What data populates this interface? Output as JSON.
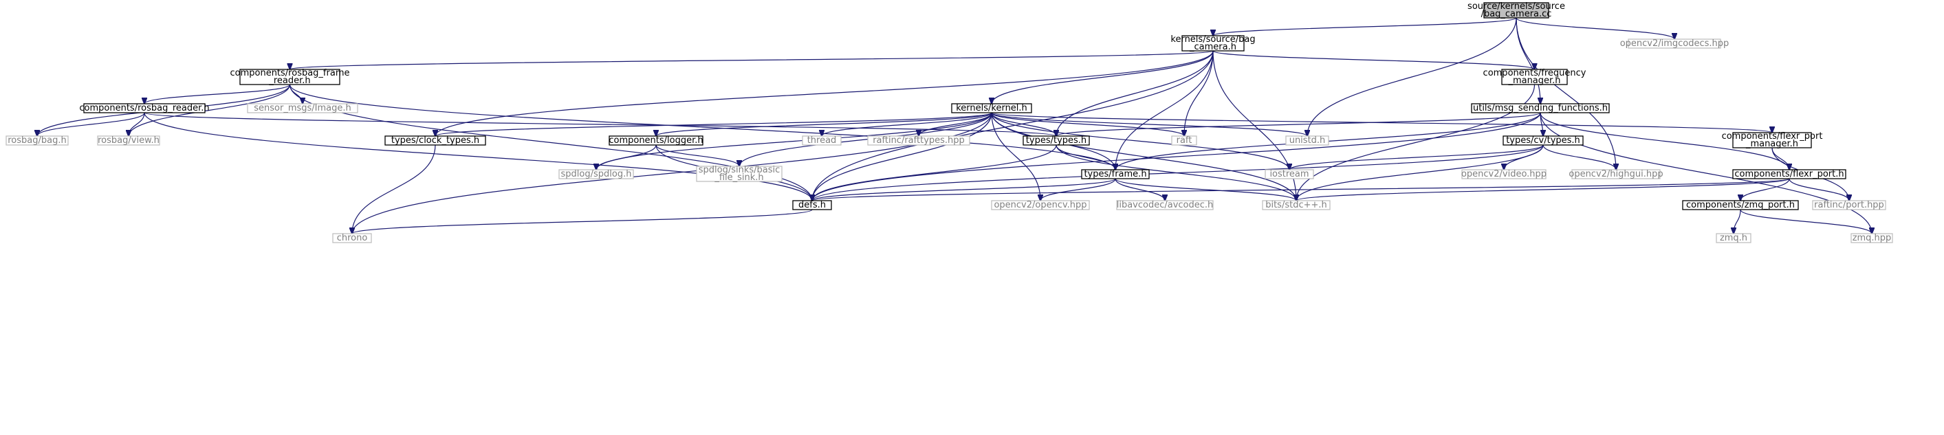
{
  "colors": {
    "edge": "#191970",
    "root_fill": "#bfbfbf",
    "project_border": "#000000",
    "system_border": "#bfbfbf",
    "system_text": "#808080",
    "text": "#000000"
  },
  "nodes": {
    "root": {
      "lines": [
        "source/kernels/source",
        "/bag_camera.cc"
      ],
      "kind": "root"
    },
    "bag_camera_h": {
      "lines": [
        "kernels/source/bag",
        "_camera.h"
      ],
      "kind": "project"
    },
    "imgcodecs": {
      "lines": [
        "opencv2/imgcodecs.hpp"
      ],
      "kind": "system"
    },
    "rosbag_frame_reader": {
      "lines": [
        "components/rosbag_frame",
        "_reader.h"
      ],
      "kind": "project"
    },
    "frequency_manager": {
      "lines": [
        "components/frequency",
        "_manager.h"
      ],
      "kind": "project"
    },
    "sensor_msgs": {
      "lines": [
        "sensor_msgs/Image.h"
      ],
      "kind": "system"
    },
    "kernel_h": {
      "lines": [
        "kernels/kernel.h"
      ],
      "kind": "project"
    },
    "msg_sending": {
      "lines": [
        "utils/msg_sending_functions.h"
      ],
      "kind": "project"
    },
    "rosbag_reader": {
      "lines": [
        "components/rosbag_reader.h"
      ],
      "kind": "project"
    },
    "rosbag_bag": {
      "lines": [
        "rosbag/bag.h"
      ],
      "kind": "system"
    },
    "rosbag_view": {
      "lines": [
        "rosbag/view.h"
      ],
      "kind": "system"
    },
    "clock_types": {
      "lines": [
        "types/clock_types.h"
      ],
      "kind": "project"
    },
    "logger": {
      "lines": [
        "components/logger.h"
      ],
      "kind": "project"
    },
    "thread": {
      "lines": [
        "thread"
      ],
      "kind": "system"
    },
    "rafttypes": {
      "lines": [
        "raftinc/rafttypes.hpp"
      ],
      "kind": "system"
    },
    "types_h": {
      "lines": [
        "types/types.h"
      ],
      "kind": "project"
    },
    "raft": {
      "lines": [
        "raft"
      ],
      "kind": "system"
    },
    "unistd": {
      "lines": [
        "unistd.h"
      ],
      "kind": "system"
    },
    "cv_types": {
      "lines": [
        "types/cv/types.h"
      ],
      "kind": "project"
    },
    "flexr_port_manager": {
      "lines": [
        "components/flexr_port",
        "_manager.h"
      ],
      "kind": "project"
    },
    "spdlog": {
      "lines": [
        "spdlog/spdlog.h"
      ],
      "kind": "system"
    },
    "basic_file_sink": {
      "lines": [
        "spdlog/sinks/basic",
        "_file_sink.h"
      ],
      "kind": "system"
    },
    "frame_h": {
      "lines": [
        "types/frame.h"
      ],
      "kind": "project"
    },
    "iostream": {
      "lines": [
        "iostream"
      ],
      "kind": "system"
    },
    "video_hpp": {
      "lines": [
        "opencv2/video.hpp"
      ],
      "kind": "system"
    },
    "highgui": {
      "lines": [
        "opencv2/highgui.hpp"
      ],
      "kind": "system"
    },
    "flexr_port": {
      "lines": [
        "components/flexr_port.h"
      ],
      "kind": "project"
    },
    "defs_h": {
      "lines": [
        "defs.h"
      ],
      "kind": "project"
    },
    "opencv_hpp": {
      "lines": [
        "opencv2/opencv.hpp"
      ],
      "kind": "system"
    },
    "avcodec": {
      "lines": [
        "libavcodec/avcodec.h"
      ],
      "kind": "system"
    },
    "stdcpp": {
      "lines": [
        "bits/stdc++.h"
      ],
      "kind": "system"
    },
    "zmq_port": {
      "lines": [
        "components/zmq_port.h"
      ],
      "kind": "project"
    },
    "raftinc_port": {
      "lines": [
        "raftinc/port.hpp"
      ],
      "kind": "system"
    },
    "chrono": {
      "lines": [
        "chrono"
      ],
      "kind": "system"
    },
    "zmq_h": {
      "lines": [
        "zmq.h"
      ],
      "kind": "system"
    },
    "zmq_hpp": {
      "lines": [
        "zmq.hpp"
      ],
      "kind": "system"
    }
  },
  "edges": [
    [
      "root",
      "bag_camera_h"
    ],
    [
      "root",
      "imgcodecs"
    ],
    [
      "root",
      "msg_sending"
    ],
    [
      "root",
      "unistd"
    ],
    [
      "root",
      "highgui"
    ],
    [
      "bag_camera_h",
      "rosbag_frame_reader"
    ],
    [
      "bag_camera_h",
      "frequency_manager"
    ],
    [
      "bag_camera_h",
      "kernel_h"
    ],
    [
      "bag_camera_h",
      "clock_types"
    ],
    [
      "bag_camera_h",
      "raft"
    ],
    [
      "bag_camera_h",
      "frame_h"
    ],
    [
      "bag_camera_h",
      "defs_h"
    ],
    [
      "bag_camera_h",
      "stdcpp"
    ],
    [
      "bag_camera_h",
      "types_h"
    ],
    [
      "rosbag_frame_reader",
      "sensor_msgs"
    ],
    [
      "rosbag_frame_reader",
      "rosbag_reader"
    ],
    [
      "rosbag_frame_reader",
      "rosbag_bag"
    ],
    [
      "rosbag_frame_reader",
      "rosbag_view"
    ],
    [
      "rosbag_frame_reader",
      "frame_h"
    ],
    [
      "rosbag_frame_reader",
      "defs_h"
    ],
    [
      "frequency_manager",
      "stdcpp"
    ],
    [
      "rosbag_reader",
      "rosbag_bag"
    ],
    [
      "rosbag_reader",
      "rosbag_view"
    ],
    [
      "rosbag_reader",
      "types_h"
    ],
    [
      "rosbag_reader",
      "defs_h"
    ],
    [
      "kernel_h",
      "clock_types"
    ],
    [
      "kernel_h",
      "logger"
    ],
    [
      "kernel_h",
      "thread"
    ],
    [
      "kernel_h",
      "rafttypes"
    ],
    [
      "kernel_h",
      "types_h"
    ],
    [
      "kernel_h",
      "raft"
    ],
    [
      "kernel_h",
      "unistd"
    ],
    [
      "kernel_h",
      "flexr_port_manager"
    ],
    [
      "kernel_h",
      "spdlog"
    ],
    [
      "kernel_h",
      "basic_file_sink"
    ],
    [
      "kernel_h",
      "frame_h"
    ],
    [
      "kernel_h",
      "iostream"
    ],
    [
      "kernel_h",
      "defs_h"
    ],
    [
      "kernel_h",
      "opencv_hpp"
    ],
    [
      "kernel_h",
      "stdcpp"
    ],
    [
      "kernel_h",
      "chrono"
    ],
    [
      "msg_sending",
      "types_h"
    ],
    [
      "msg_sending",
      "cv_types"
    ],
    [
      "msg_sending",
      "frame_h"
    ],
    [
      "msg_sending",
      "flexr_port"
    ],
    [
      "msg_sending",
      "defs_h"
    ],
    [
      "msg_sending",
      "zmq_hpp"
    ],
    [
      "clock_types",
      "chrono"
    ],
    [
      "logger",
      "spdlog"
    ],
    [
      "logger",
      "basic_file_sink"
    ],
    [
      "logger",
      "defs_h"
    ],
    [
      "types_h",
      "frame_h"
    ],
    [
      "types_h",
      "defs_h"
    ],
    [
      "types_h",
      "stdcpp"
    ],
    [
      "cv_types",
      "iostream"
    ],
    [
      "cv_types",
      "video_hpp"
    ],
    [
      "cv_types",
      "highgui"
    ],
    [
      "cv_types",
      "defs_h"
    ],
    [
      "cv_types",
      "stdcpp"
    ],
    [
      "flexr_port_manager",
      "flexr_port"
    ],
    [
      "flexr_port_manager",
      "raftinc_port"
    ],
    [
      "frame_h",
      "opencv_hpp"
    ],
    [
      "frame_h",
      "avcodec"
    ],
    [
      "frame_h",
      "stdcpp"
    ],
    [
      "frame_h",
      "defs_h"
    ],
    [
      "flexr_port",
      "zmq_port"
    ],
    [
      "flexr_port",
      "raftinc_port"
    ],
    [
      "flexr_port",
      "defs_h"
    ],
    [
      "flexr_port",
      "stdcpp"
    ],
    [
      "zmq_port",
      "zmq_h"
    ],
    [
      "zmq_port",
      "zmq_hpp"
    ],
    [
      "defs_h",
      "chrono"
    ]
  ]
}
